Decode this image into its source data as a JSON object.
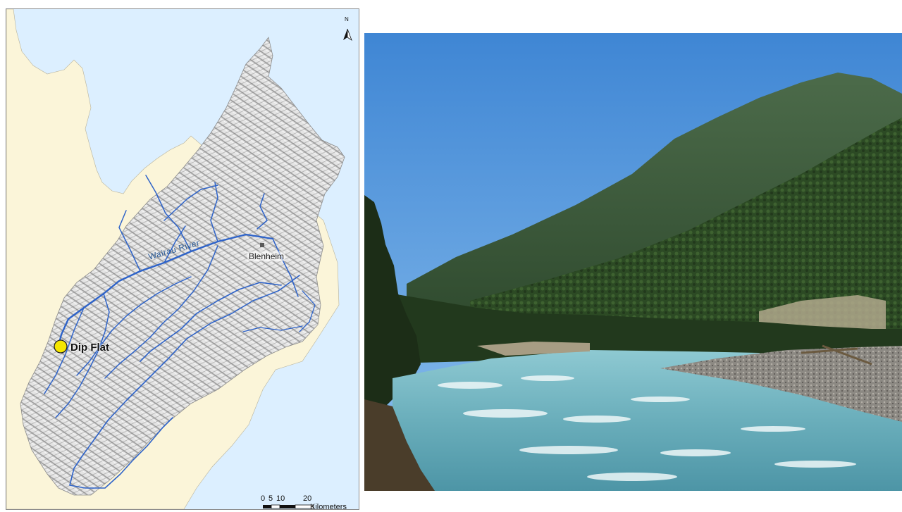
{
  "map": {
    "river_label": "Wairau River",
    "town_label": "Blenheim",
    "site_label": "Dip Flat",
    "north_label": "N",
    "scale": {
      "ticks": [
        "0",
        "5",
        "10",
        "20"
      ],
      "unit": "Kilometers"
    },
    "colors": {
      "sea": "#dcefff",
      "land": "#fbf5d9",
      "catchment": "#d6d6d6",
      "river": "#2e63c9",
      "site_marker": "#f5e600"
    }
  },
  "photo": {
    "subject": "braided river in forested mountain valley",
    "colors": {
      "sky": "#4d90da",
      "forest": "#2f4d28",
      "water": "#79b9c4",
      "gravel": "#8b8780"
    }
  }
}
